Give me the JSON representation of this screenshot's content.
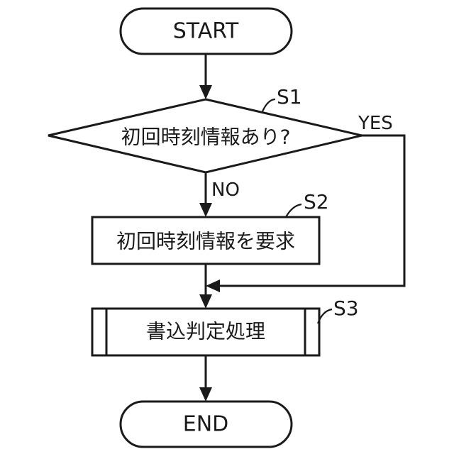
{
  "diagram": {
    "start": {
      "label": "START"
    },
    "decision": {
      "label": "初回時刻情報あり?",
      "step": "S1",
      "yes_label": "YES",
      "no_label": "NO"
    },
    "process": {
      "label": "初回時刻情報を要求",
      "step": "S2"
    },
    "subprocess": {
      "label": "書込判定処理",
      "step": "S3"
    },
    "end": {
      "label": "END"
    }
  }
}
